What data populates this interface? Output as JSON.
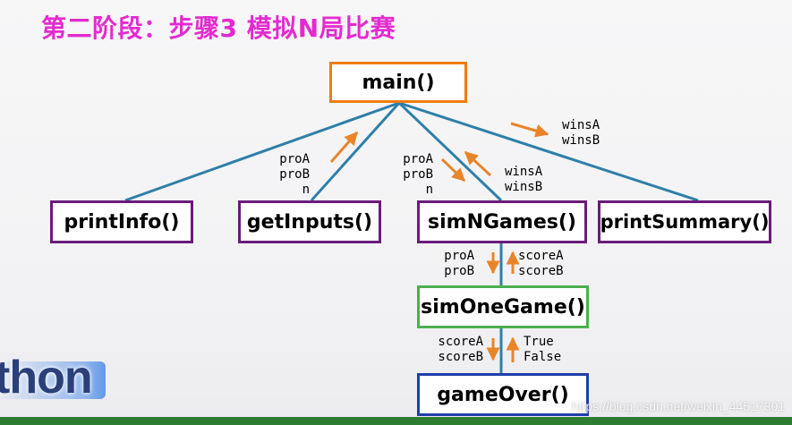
{
  "title": "第二阶段：步骤3 模拟N局比赛",
  "colors": {
    "title": "#e32bd0",
    "main_border": "#ef7c12",
    "level1_border": "#6a1b7a",
    "simone_border": "#4caf50",
    "gameover_border": "#1f3fa8",
    "line": "#2f7fa8",
    "arrow": "#e8852b"
  },
  "nodes": {
    "main": "main()",
    "printInfo": "printInfo()",
    "getInputs": "getInputs()",
    "simNGames": "simNGames()",
    "printSummary": "printSummary()",
    "simOneGame": "simOneGame()",
    "gameOver": "gameOver()"
  },
  "labels": {
    "getInputs_out": "proA\nproB\nn",
    "simN_in": "proA\nproB\nn",
    "simN_out": "winsA\nwinsB",
    "summary_in": "winsA\nwinsB",
    "simOne_in": "proA\nproB",
    "simOne_out": "scoreA\nscoreB",
    "gameOver_in": "scoreA\nscoreB",
    "gameOver_out": "True\nFalse"
  },
  "logo_text": "thon",
  "watermark": "https://blog.csdn.net/weixin_44517301"
}
